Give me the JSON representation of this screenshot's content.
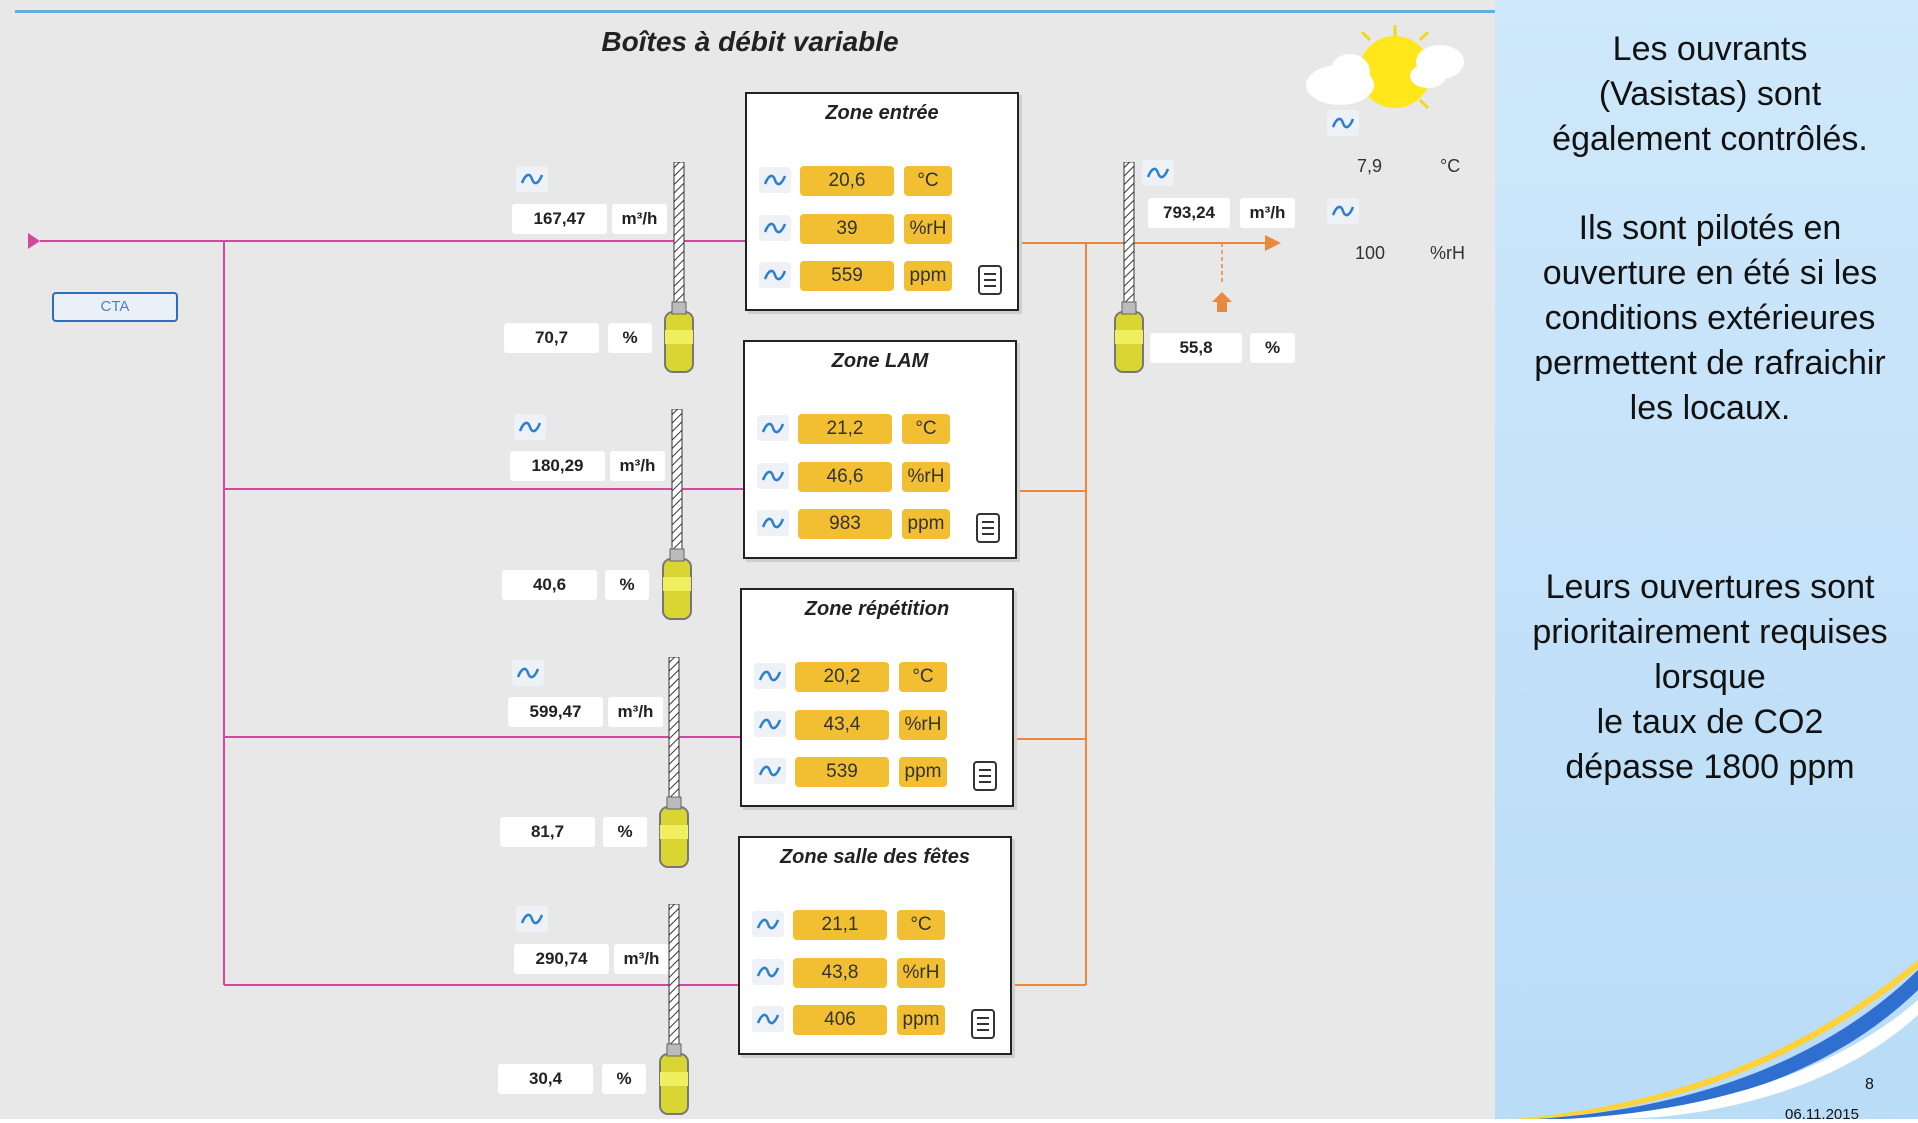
{
  "title": "Boîtes à débit variable",
  "cta_label": "CTA",
  "zones": [
    {
      "name": "Zone entrée",
      "temp": "20,6",
      "temp_unit": "°C",
      "hum": "39",
      "hum_unit": "%rH",
      "co2": "559",
      "co2_unit": "ppm",
      "flow": "167,47",
      "flow_unit": "m³/h",
      "opening": "70,7",
      "opening_unit": "%"
    },
    {
      "name": "Zone LAM",
      "temp": "21,2",
      "temp_unit": "°C",
      "hum": "46,6",
      "hum_unit": "%rH",
      "co2": "983",
      "co2_unit": "ppm",
      "flow": "180,29",
      "flow_unit": "m³/h",
      "opening": "40,6",
      "opening_unit": "%"
    },
    {
      "name": "Zone répétition",
      "temp": "20,2",
      "temp_unit": "°C",
      "hum": "43,4",
      "hum_unit": "%rH",
      "co2": "539",
      "co2_unit": "ppm",
      "flow": "599,47",
      "flow_unit": "m³/h",
      "opening": "81,7",
      "opening_unit": "%"
    },
    {
      "name": "Zone salle des fêtes",
      "temp": "21,1",
      "temp_unit": "°C",
      "hum": "43,8",
      "hum_unit": "%rH",
      "co2": "406",
      "co2_unit": "ppm",
      "flow": "290,74",
      "flow_unit": "m³/h",
      "opening": "30,4",
      "opening_unit": "%"
    }
  ],
  "exhaust": {
    "flow": "793,24",
    "flow_unit": "m³/h",
    "opening": "55,8",
    "opening_unit": "%"
  },
  "outdoor": {
    "temp": "7,9",
    "temp_unit": "°C",
    "hum": "100",
    "hum_unit": "%rH"
  },
  "side_panel": {
    "p1_l1": "Les ouvrants",
    "p1_l2": "(Vasistas) sont",
    "p1_l3": "également contrôlés.",
    "p2_l1": "Ils sont pilotés en",
    "p2_l2": "ouverture en été si les",
    "p2_l3": "conditions extérieures",
    "p2_l4": "permettent de rafraichir",
    "p2_l5": "les locaux.",
    "p3_l1": "Leurs ouvertures sont",
    "p3_l2": "prioritairement requises",
    "p3_l3": "lorsque",
    "p3_l4": "le taux de CO2",
    "p3_l5": "dépasse 1800 ppm",
    "page_number": "8",
    "date": "06.11.2015"
  },
  "colors": {
    "supply_line": "#d4489c",
    "exhaust_line": "#e8893f",
    "value_yellow": "#f2bf33",
    "trend_icon": "#2c7fd0"
  }
}
